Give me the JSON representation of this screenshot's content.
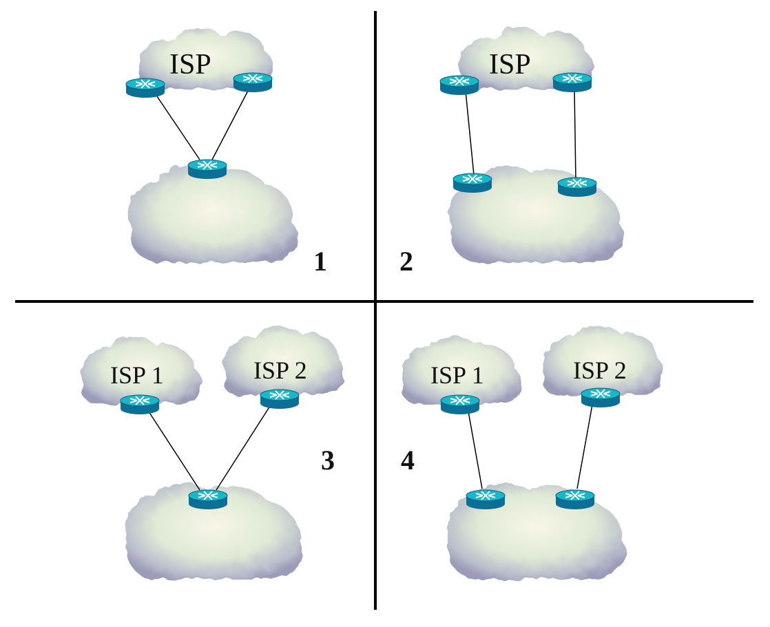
{
  "quadrants": [
    {
      "number": "1",
      "clouds": [
        "ISP"
      ]
    },
    {
      "number": "2",
      "clouds": [
        "ISP"
      ]
    },
    {
      "number": "3",
      "clouds": [
        "ISP 1",
        "ISP 2"
      ]
    },
    {
      "number": "4",
      "clouds": [
        "ISP 1",
        "ISP 2"
      ]
    }
  ],
  "colors": {
    "router_top": "#17b8c8",
    "router_side": "#0c6f96",
    "router_arrows": "#ffffff",
    "cloud_fill": "#e7eedf",
    "cloud_shadow": "#9c9cb8",
    "divider": "#000000"
  }
}
